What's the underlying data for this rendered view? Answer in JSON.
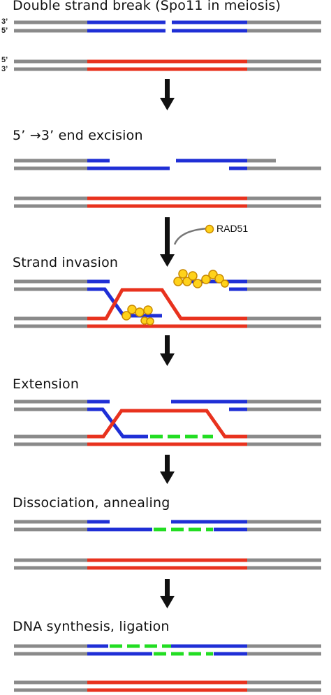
{
  "steps": [
    {
      "title": "Double strand break (Spo11 in meiosis)"
    },
    {
      "title": "5’ →3’  end excision"
    },
    {
      "title": "Strand invasion"
    },
    {
      "title": "Extension"
    },
    {
      "title": "Dissociation, annealing"
    },
    {
      "title": "DNA synthesis, ligation"
    }
  ],
  "strand_ends": {
    "top_a": "3’",
    "top_b": "5’",
    "bottom_a": "5’",
    "bottom_b": "3’"
  },
  "legend": {
    "rad51": "RAD51"
  },
  "colors": {
    "broken_duplex": "#1f2fd6",
    "template_duplex": "#e8321e",
    "flank": "#8a8a8a",
    "new_synthesis": "#22dd22",
    "rad51_fill": "#ffd21a",
    "rad51_stroke": "#c98a00",
    "arrow": "#111111"
  }
}
